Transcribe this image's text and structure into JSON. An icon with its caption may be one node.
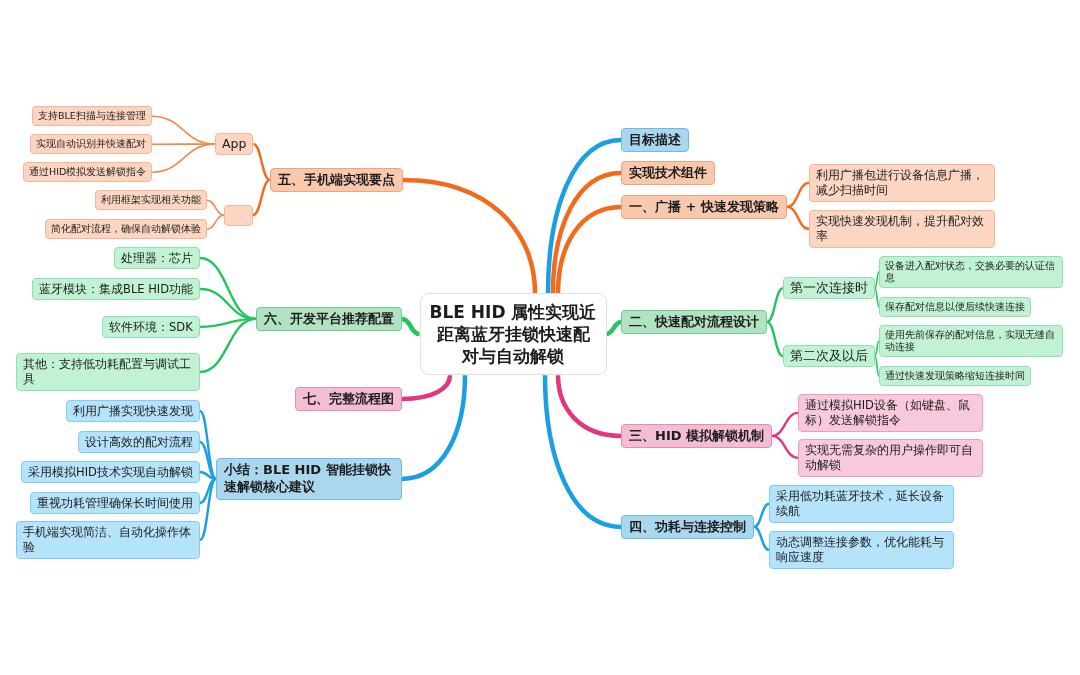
{
  "diagram": {
    "nodes": [
      {
        "text": [
          "BLE HID 属性实现近距离蓝牙挂锁快速配对与自动解锁"
        ]
      },
      {
        "text": [
          "目标描述"
        ]
      },
      {
        "text": [
          "实现技术组件"
        ]
      },
      {
        "text": [
          "一、广播 + 快速发现策略"
        ]
      },
      {
        "text": [
          "利用广播包进行设备信息广播，减少扫描时间"
        ]
      },
      {
        "text": [
          "实现快速发现机制，提升配对效率"
        ]
      },
      {
        "text": [
          "二、快速配对流程设计"
        ]
      },
      {
        "text": [
          "第一次连接时"
        ]
      },
      {
        "text": [
          "设备进入配对状态，交换必要的认证信息"
        ]
      },
      {
        "text": [
          "保存配对信息以便后续快速连接"
        ]
      },
      {
        "text": [
          "第二次及以后"
        ]
      },
      {
        "text": [
          "使用先前保存的配对信息，实现无缝自动连接"
        ]
      },
      {
        "text": [
          "通过快速发现策略缩短连接时间"
        ]
      },
      {
        "text": [
          "三、HID 模拟解锁机制"
        ]
      },
      {
        "text": [
          "通过模拟HID设备（如键盘、鼠标）发送解锁指令"
        ]
      },
      {
        "text": [
          "实现无需复杂的用户操作即可自动解锁"
        ]
      },
      {
        "text": [
          "四、功耗与连接控制"
        ]
      },
      {
        "text": [
          "采用低功耗蓝牙技术，延长设备续航"
        ]
      },
      {
        "text": [
          "动态调整连接参数，优化能耗与响应速度"
        ]
      },
      {
        "text": [
          "五、手机端实现要点"
        ]
      },
      {
        "text": [
          "App"
        ]
      },
      {
        "text": [
          "支持BLE扫描与连接管理"
        ]
      },
      {
        "text": [
          "实现自动识别并快速配对"
        ]
      },
      {
        "text": [
          "通过HID模拟发送解锁指令"
        ]
      },
      {
        "text": [],
        "shape": "box"
      },
      {
        "text": [
          "利用框架实现相关功能"
        ]
      },
      {
        "text": [
          "简化配对流程，确保自动解锁体验"
        ]
      },
      {
        "text": [
          "六、开发平台推荐配置"
        ]
      },
      {
        "text": [
          "处理器：芯片"
        ]
      },
      {
        "text": [
          "蓝牙模块：集成BLE HID功能"
        ]
      },
      {
        "text": [
          "软件环境：SDK"
        ]
      },
      {
        "text": [
          "其他：支持低功耗配置与调试工具"
        ]
      },
      {
        "text": [
          "七、完整流程图"
        ]
      },
      {
        "text": [
          "小结：BLE HID 智能挂锁快速解锁核心建议"
        ]
      },
      {
        "text": [
          "利用广播实现快速发现"
        ]
      },
      {
        "text": [
          "设计高效的配对流程"
        ]
      },
      {
        "text": [
          "采用模拟HID技术实现自动解锁"
        ]
      },
      {
        "text": [
          "重视功耗管理确保长时间使用"
        ]
      },
      {
        "text": [
          "手机端实现简洁、自动化操作体验"
        ]
      }
    ],
    "edges": [
      {
        "from": 0,
        "to": 1,
        "arrow": "none",
        "style": "thick",
        "color": "#1a9fe3"
      },
      {
        "from": 0,
        "to": 2,
        "arrow": "none",
        "style": "thick",
        "color": "#f26a1c"
      },
      {
        "from": 0,
        "to": 3,
        "arrow": "none",
        "style": "thick",
        "color": "#f26a1c"
      },
      {
        "from": 3,
        "to": 4,
        "arrow": "none",
        "color": "#f26a1c"
      },
      {
        "from": 3,
        "to": 5,
        "arrow": "none",
        "color": "#f26a1c"
      },
      {
        "from": 0,
        "to": 6,
        "arrow": "none",
        "style": "thick",
        "color": "#22c55e"
      },
      {
        "from": 6,
        "to": 7,
        "arrow": "none",
        "color": "#22c55e"
      },
      {
        "from": 7,
        "to": 8,
        "arrow": "none",
        "color": "#22c55e"
      },
      {
        "from": 7,
        "to": 9,
        "arrow": "none",
        "color": "#22c55e"
      },
      {
        "from": 6,
        "to": 10,
        "arrow": "none",
        "color": "#22c55e"
      },
      {
        "from": 10,
        "to": 11,
        "arrow": "none",
        "color": "#22c55e"
      },
      {
        "from": 10,
        "to": 12,
        "arrow": "none",
        "color": "#22c55e"
      },
      {
        "from": 0,
        "to": 13,
        "arrow": "none",
        "style": "thick",
        "color": "#e2367e"
      },
      {
        "from": 13,
        "to": 14,
        "arrow": "none",
        "color": "#e2367e"
      },
      {
        "from": 13,
        "to": 15,
        "arrow": "none",
        "color": "#e2367e"
      },
      {
        "from": 0,
        "to": 16,
        "arrow": "none",
        "style": "thick",
        "color": "#1a9fe3"
      },
      {
        "from": 16,
        "to": 17,
        "arrow": "none",
        "color": "#1a9fe3"
      },
      {
        "from": 16,
        "to": 18,
        "arrow": "none",
        "color": "#1a9fe3"
      },
      {
        "from": 0,
        "to": 19,
        "arrow": "none",
        "style": "thick",
        "color": "#f26a1c"
      },
      {
        "from": 19,
        "to": 20,
        "arrow": "none",
        "color": "#f26a1c"
      },
      {
        "from": 20,
        "to": 21,
        "arrow": "none",
        "color": "#f5884a"
      },
      {
        "from": 20,
        "to": 22,
        "arrow": "none",
        "color": "#f5884a"
      },
      {
        "from": 20,
        "to": 23,
        "arrow": "none",
        "color": "#f5884a"
      },
      {
        "from": 19,
        "to": 24,
        "arrow": "none",
        "color": "#f26a1c"
      },
      {
        "from": 24,
        "to": 25,
        "arrow": "none",
        "color": "#f5884a"
      },
      {
        "from": 24,
        "to": 26,
        "arrow": "none",
        "color": "#f5884a"
      },
      {
        "from": 0,
        "to": 27,
        "arrow": "none",
        "style": "thick",
        "color": "#22c55e"
      },
      {
        "from": 27,
        "to": 28,
        "arrow": "none",
        "color": "#22c55e"
      },
      {
        "from": 27,
        "to": 29,
        "arrow": "none",
        "color": "#22c55e"
      },
      {
        "from": 27,
        "to": 30,
        "arrow": "none",
        "color": "#22c55e"
      },
      {
        "from": 27,
        "to": 31,
        "arrow": "none",
        "color": "#22c55e"
      },
      {
        "from": 0,
        "to": 32,
        "arrow": "none",
        "style": "thick",
        "color": "#e2367e"
      },
      {
        "from": 0,
        "to": 33,
        "arrow": "none",
        "style": "thick",
        "color": "#1a9fe3"
      },
      {
        "from": 33,
        "to": 34,
        "arrow": "none",
        "color": "#1a9fe3"
      },
      {
        "from": 33,
        "to": 35,
        "arrow": "none",
        "color": "#1a9fe3"
      },
      {
        "from": 33,
        "to": 36,
        "arrow": "none",
        "color": "#1a9fe3"
      },
      {
        "from": 33,
        "to": 37,
        "arrow": "none",
        "color": "#1a9fe3"
      },
      {
        "from": 33,
        "to": 38,
        "arrow": "none",
        "color": "#1a9fe3"
      }
    ]
  }
}
